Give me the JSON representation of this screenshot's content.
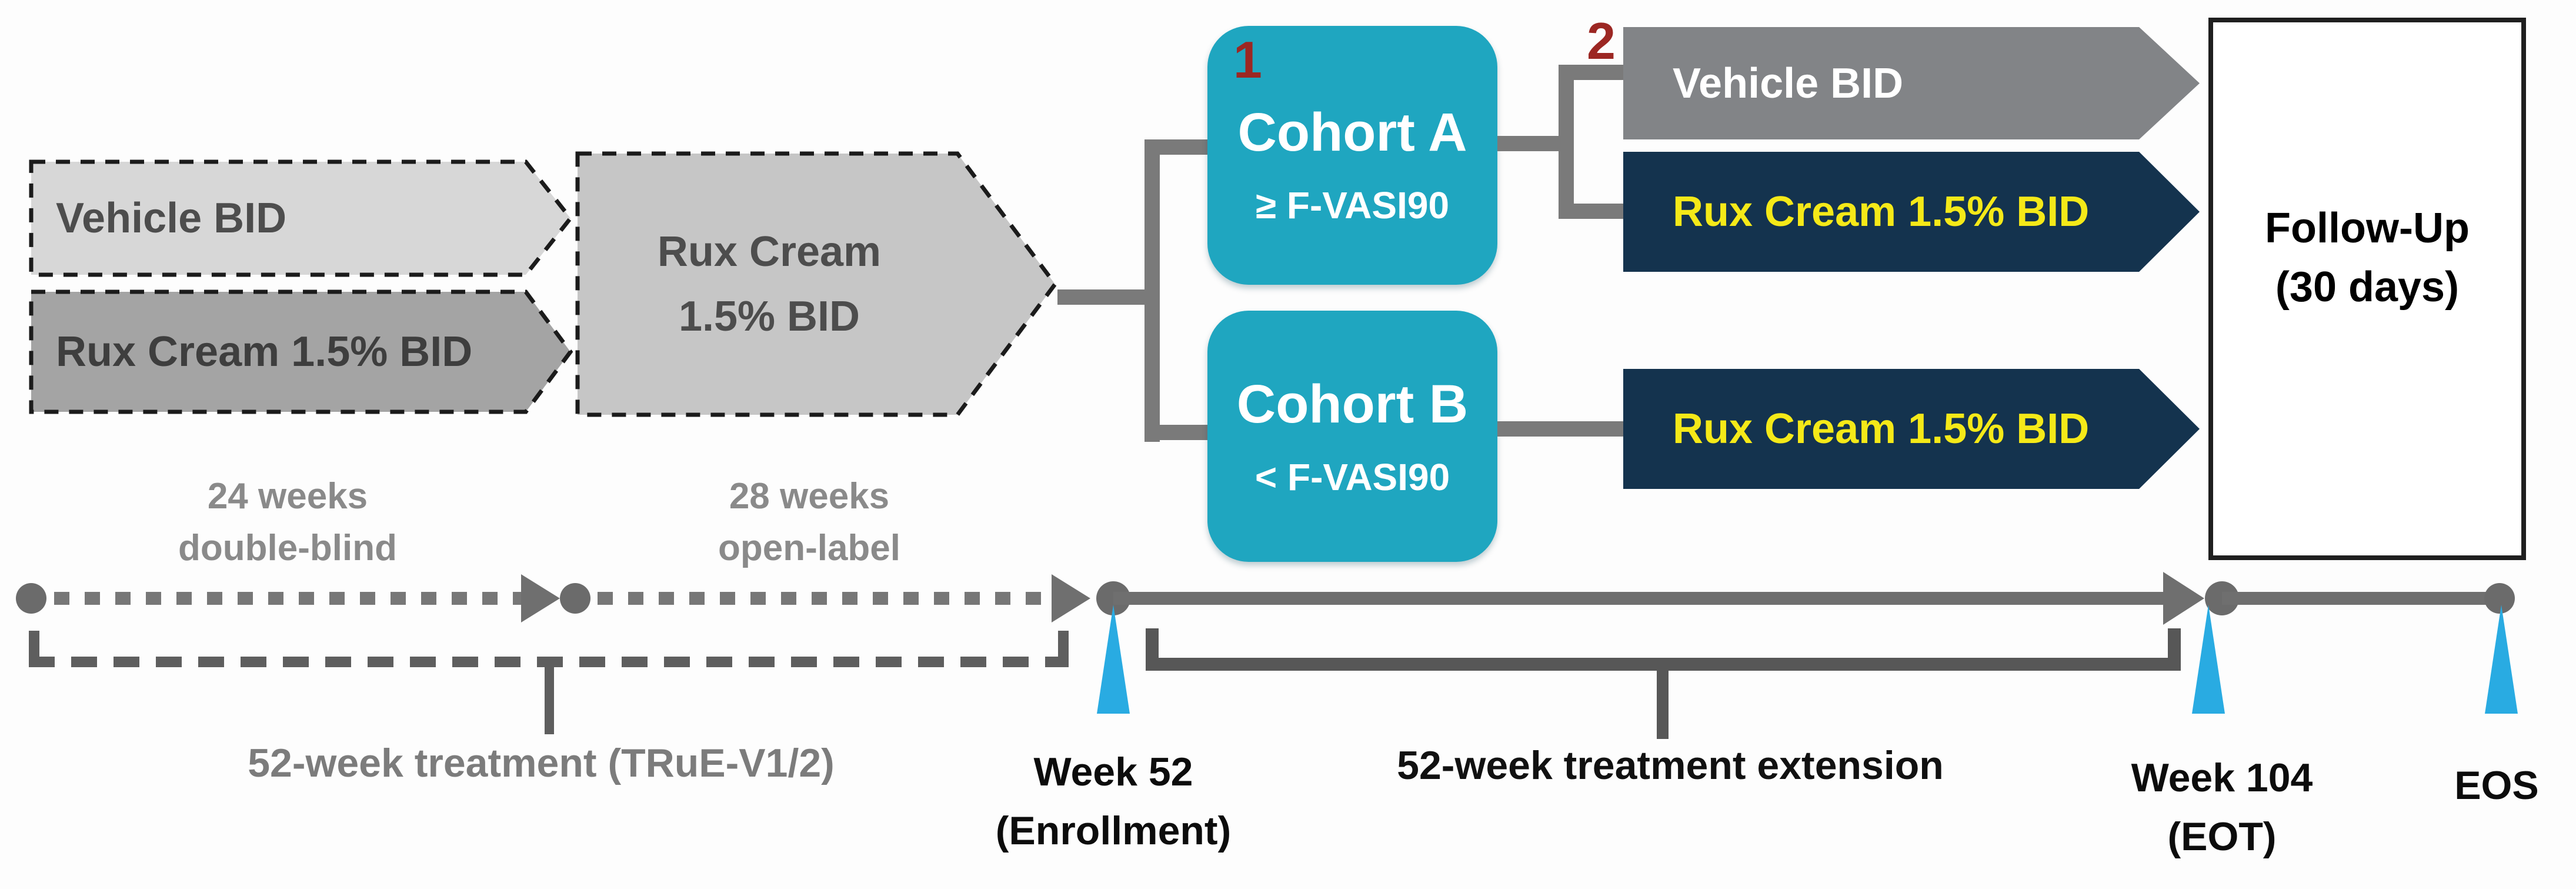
{
  "title": "Study design diagram: Rux Cream vitiligo trial extension (TRuE-V)",
  "left_phase": {
    "vehicle_box_label": "Vehicle BID",
    "rux_box_label": "Rux Cream 1.5% BID",
    "pentagon_line1": "Rux Cream",
    "pentagon_line2": "1.5% BID"
  },
  "cohorts": {
    "a": {
      "superscript": "1",
      "title": "Cohort A",
      "criteria": "≥ F-VASI90"
    },
    "b": {
      "title": "Cohort B",
      "criteria": "< F-VASI90"
    }
  },
  "extension_arms": {
    "vehicle": {
      "superscript": "2",
      "label": "Vehicle BID"
    },
    "rux_cohort_a": {
      "label": "Rux Cream 1.5% BID"
    },
    "rux_cohort_b": {
      "label": "Rux Cream 1.5% BID"
    }
  },
  "followup": {
    "line1": "Follow-Up",
    "line2": "(30 days)"
  },
  "timeline": {
    "phase1_line1": "24 weeks",
    "phase1_line2": "double-blind",
    "phase2_line1": "28 weeks",
    "phase2_line2": "open-label",
    "bracket1_label": "52-week treatment (TRuE-V1/2)",
    "bracket2_label": "52-week treatment extension",
    "week52_line1": "Week 52",
    "week52_line2": "(Enrollment)",
    "week104_line1": "Week 104",
    "week104_line2": "(EOT)",
    "eos_label": "EOS"
  },
  "colors": {
    "teal_cohort": "#1fa6c0",
    "navy_arm": "#14334e",
    "yellow_arm_text": "#f5e918",
    "gray_arm": "#828487",
    "light_gray_box": "#d7d7d7",
    "mid_gray_box": "#a4a4a4",
    "pentagon_gray": "#c6c6c6",
    "cyan_marker": "#29abe2",
    "red_superscript": "#9c2723",
    "timeline_gray": "#6f6f6f"
  }
}
